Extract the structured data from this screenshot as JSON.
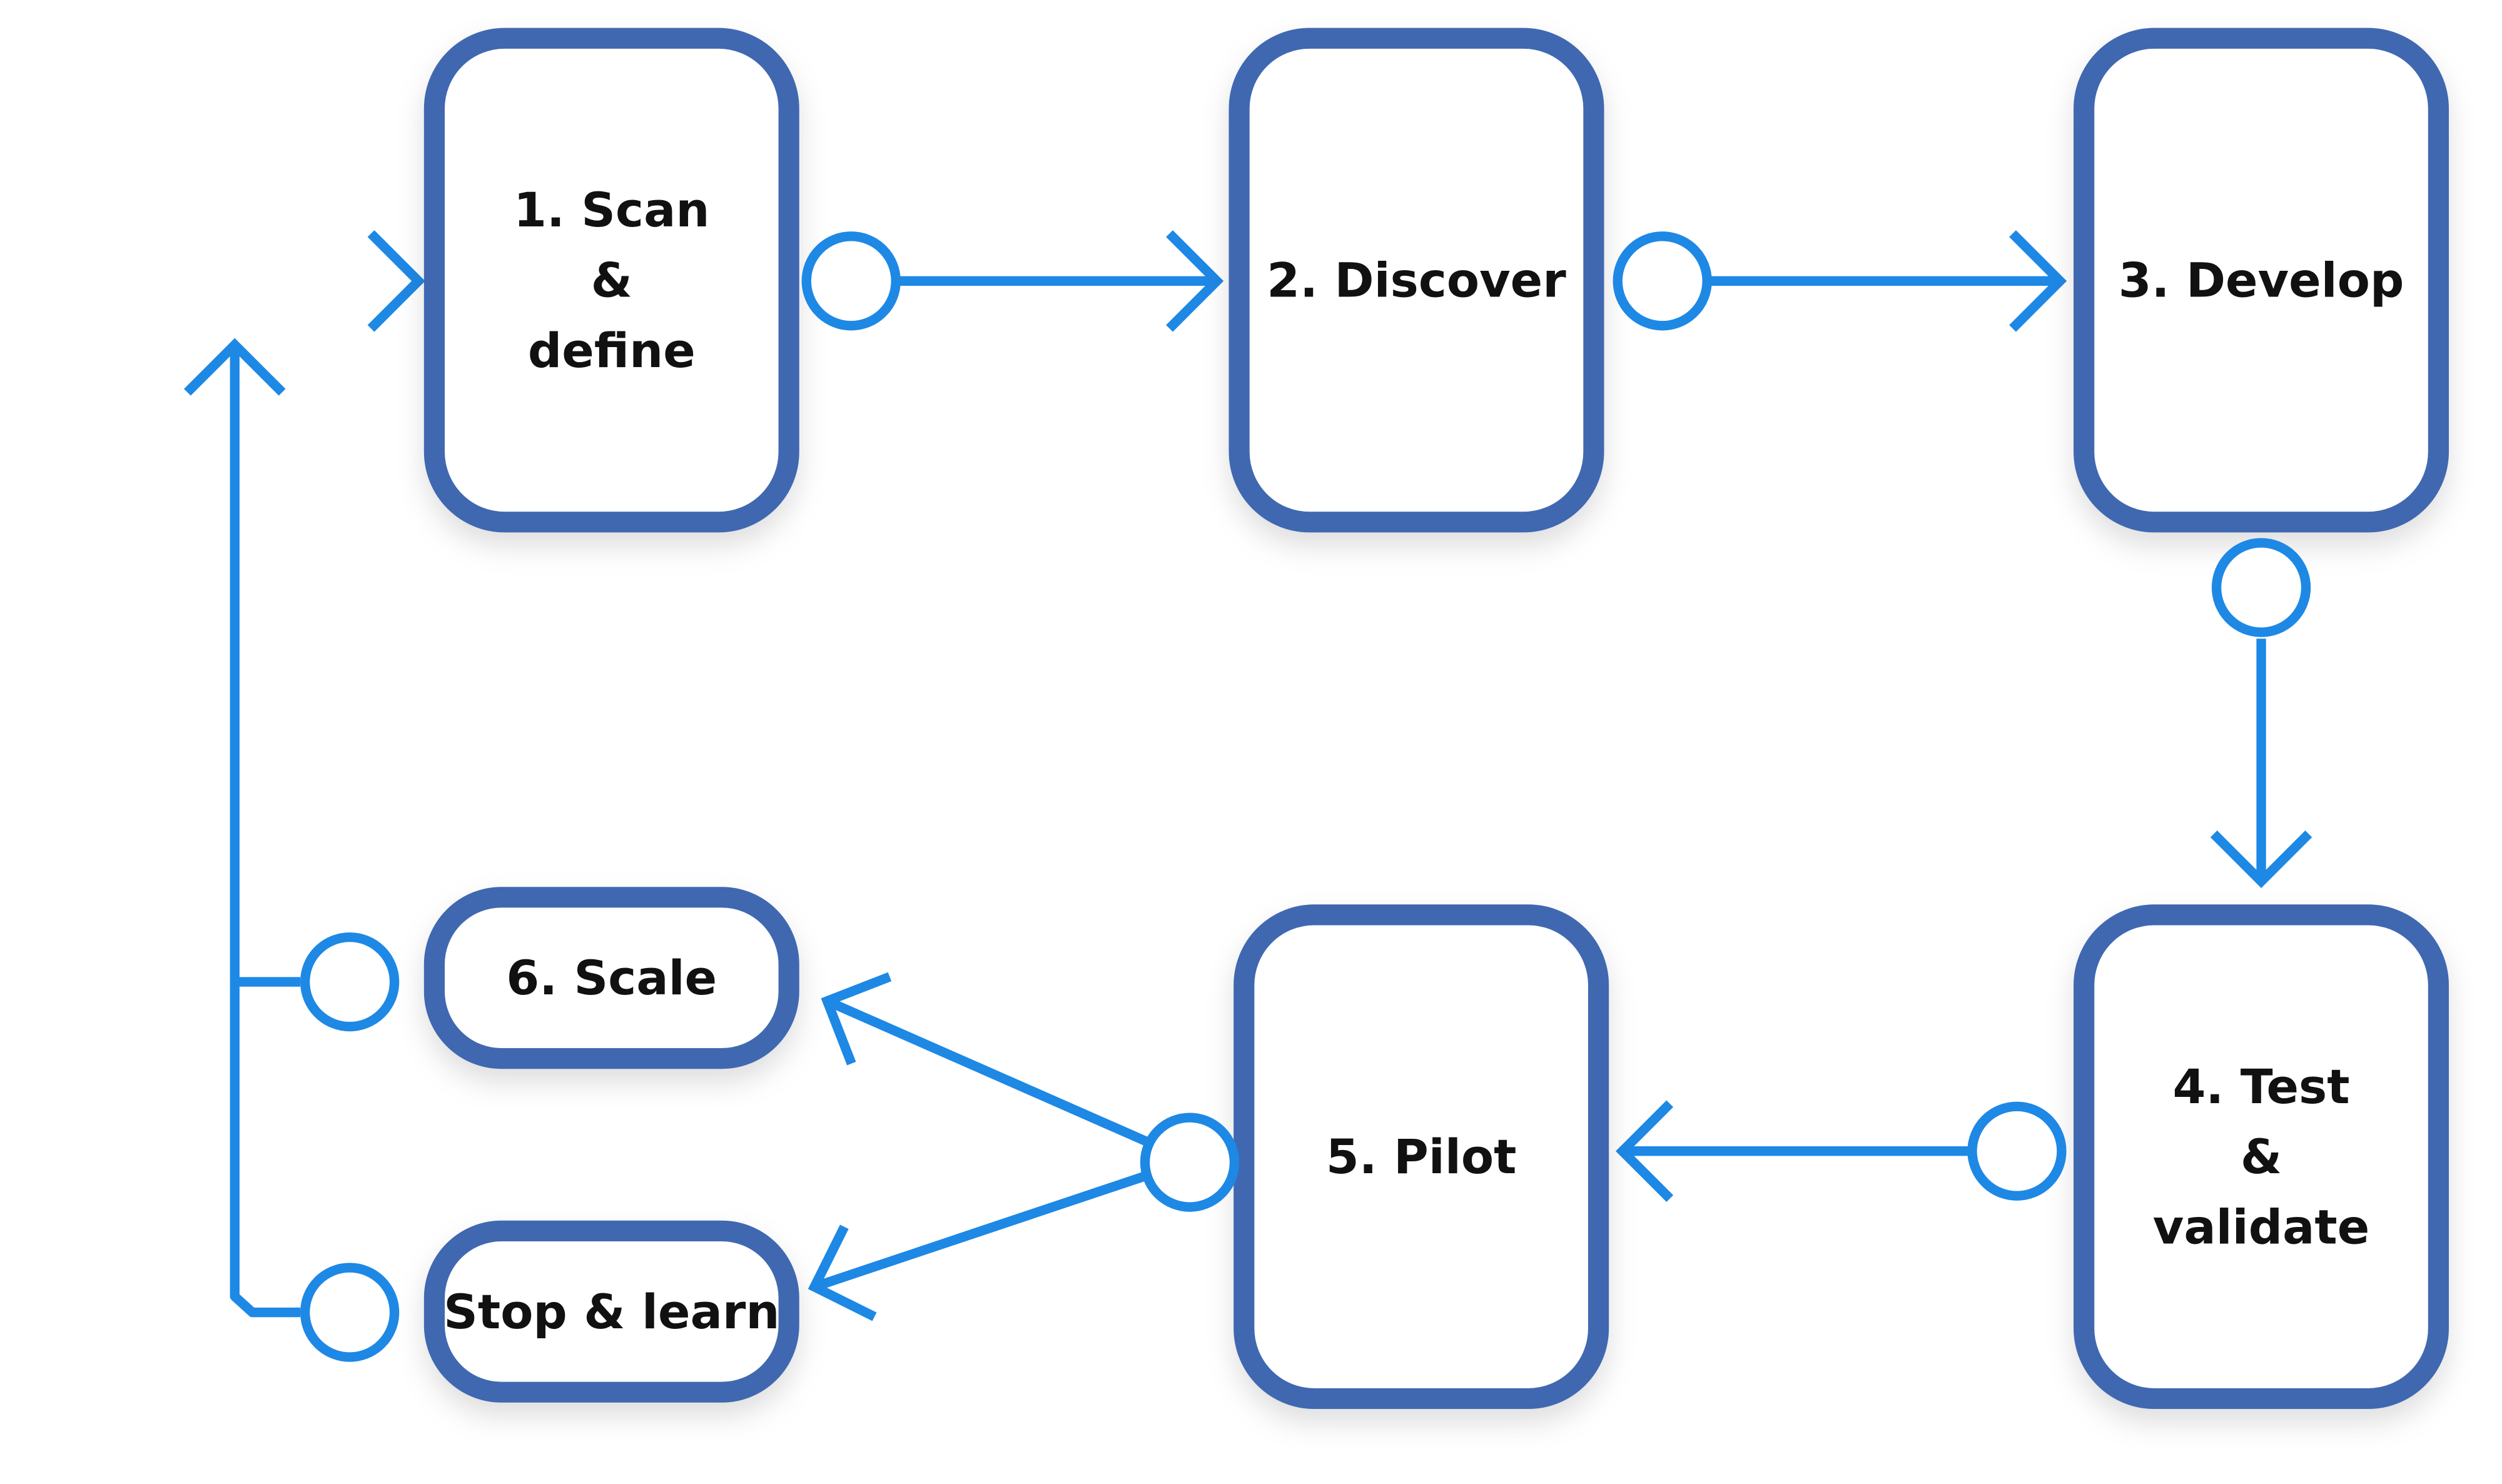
{
  "colors": {
    "node_border": "#3F67B1",
    "node_fill": "#FFFFFF",
    "connector": "#1E88E5",
    "text": "#111111"
  },
  "nodes": [
    {
      "id": "scan-define",
      "lines": [
        "1. Scan",
        "&",
        "define"
      ]
    },
    {
      "id": "discover",
      "lines": [
        "2. Discover"
      ]
    },
    {
      "id": "develop",
      "lines": [
        "3. Develop"
      ]
    },
    {
      "id": "test-validate",
      "lines": [
        "4. Test",
        "&",
        "validate"
      ]
    },
    {
      "id": "pilot",
      "lines": [
        "5. Pilot"
      ]
    },
    {
      "id": "scale",
      "lines": [
        "6. Scale"
      ]
    },
    {
      "id": "stop-learn",
      "lines": [
        "Stop & learn"
      ]
    }
  ],
  "edges": [
    {
      "from": "entry",
      "to": "scan-define"
    },
    {
      "from": "scan-define",
      "to": "discover"
    },
    {
      "from": "discover",
      "to": "develop"
    },
    {
      "from": "develop",
      "to": "test-validate"
    },
    {
      "from": "test-validate",
      "to": "pilot"
    },
    {
      "from": "pilot",
      "to": "scale"
    },
    {
      "from": "pilot",
      "to": "stop-learn"
    },
    {
      "from": "scale",
      "to": "scan-define"
    },
    {
      "from": "stop-learn",
      "to": "scan-define"
    }
  ]
}
